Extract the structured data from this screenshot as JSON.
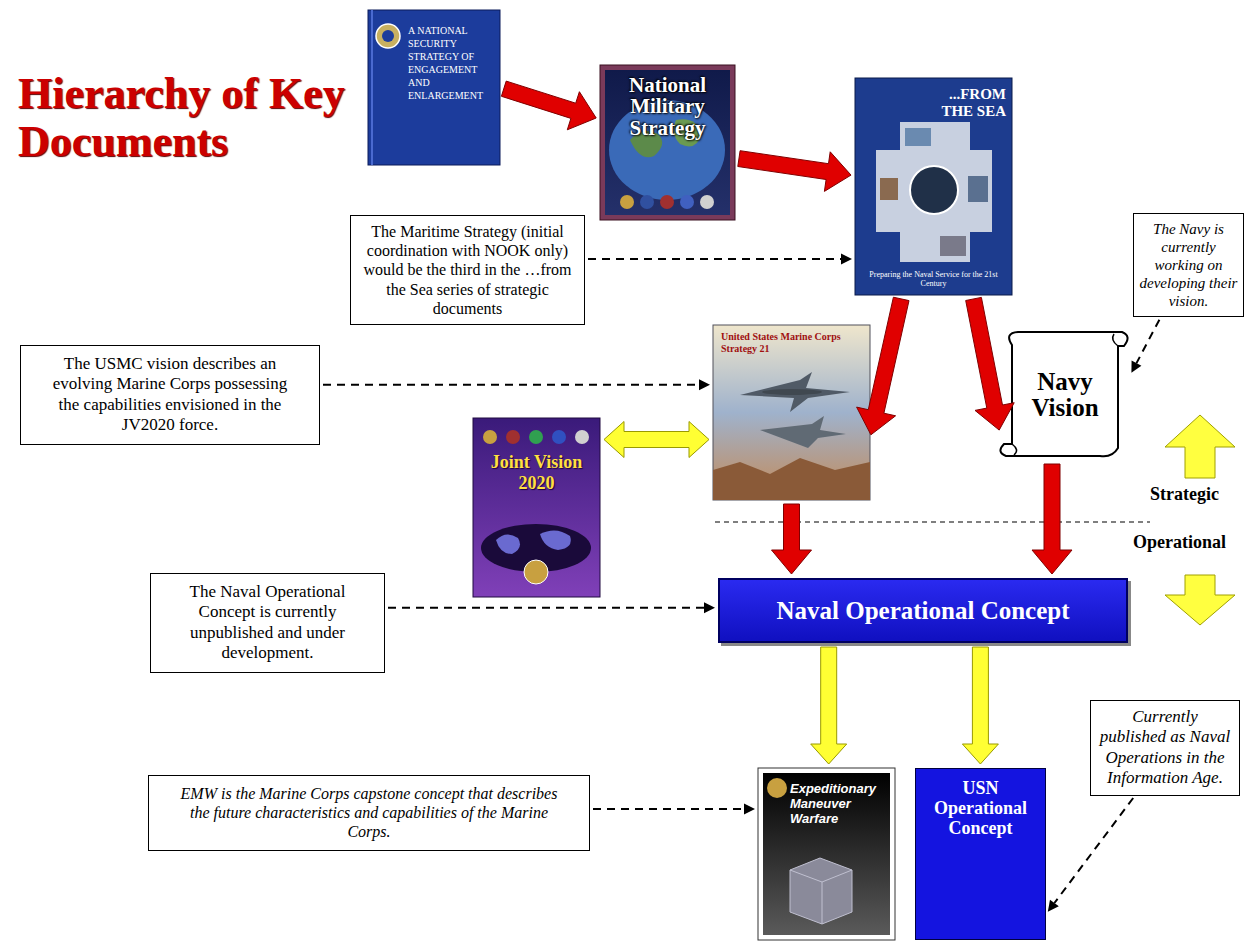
{
  "diagram": {
    "title": "Hierarchy of Key Documents",
    "nodes": [
      {
        "text": [
          "A NATIONAL SECURITY STRATEGY OF ENGAGEMENT AND ENLARGEMENT"
        ]
      },
      {
        "text": [
          "National Military Strategy"
        ]
      },
      {
        "text": [
          "...FROM THE SEA",
          "Preparing the Naval Service for the 21st Century"
        ]
      },
      {
        "text": [
          "The Maritime Strategy (initial coordination with NOOK only) would be the third in the …from the Sea series of strategic documents"
        ]
      },
      {
        "text": [
          "The Navy is currently working on developing their vision."
        ]
      },
      {
        "text": [
          "The USMC vision describes an evolving Marine Corps possessing the capabilities envisioned in the JV2020 force."
        ]
      },
      {
        "text": [
          "United States Marine Corps Strategy 21"
        ]
      },
      {
        "text": [
          "Navy Vision"
        ]
      },
      {
        "text": [
          "Joint Vision 2020"
        ]
      },
      {
        "text": [
          "The Naval Operational Concept is currently unpublished and under development."
        ]
      },
      {
        "text": [
          "Naval Operational Concept"
        ]
      },
      {
        "text": [
          "Currently published as Naval Operations in the Information Age."
        ]
      },
      {
        "text": [
          "EMW is the Marine Corps capstone concept that describes the future characteristics and capabilities of the Marine Corps."
        ]
      },
      {
        "text": [
          "Expeditionary Maneuver Warfare"
        ]
      },
      {
        "text": [
          "USN Operational Concept"
        ]
      }
    ],
    "edges": [
      {
        "from": 0,
        "to": 1,
        "arrow": "to"
      },
      {
        "from": 1,
        "to": 2,
        "arrow": "to"
      },
      {
        "from": 2,
        "to": 6,
        "arrow": "to"
      },
      {
        "from": 2,
        "to": 7,
        "arrow": "to"
      },
      {
        "from": 8,
        "to": 6,
        "arrow": "both"
      },
      {
        "from": 6,
        "to": 10,
        "arrow": "to"
      },
      {
        "from": 7,
        "to": 10,
        "arrow": "to"
      },
      {
        "from": 10,
        "to": 13,
        "arrow": "to"
      },
      {
        "from": 10,
        "to": 14,
        "arrow": "to"
      },
      {
        "from": 3,
        "to": 2,
        "arrow": "to"
      },
      {
        "from": 4,
        "to": 7,
        "arrow": "to"
      },
      {
        "from": 5,
        "to": 6,
        "arrow": "to"
      },
      {
        "from": 9,
        "to": 10,
        "arrow": "to"
      },
      {
        "from": 12,
        "to": 13,
        "arrow": "to"
      },
      {
        "from": 11,
        "to": 14,
        "arrow": "to"
      }
    ],
    "labels": [
      "Strategic",
      "Operational"
    ]
  }
}
